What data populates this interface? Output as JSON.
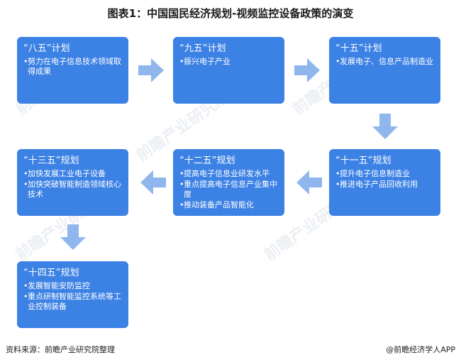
{
  "title": "图表1：中国国民经济规划-视频监控设备政策的演变",
  "stages": [
    {
      "heading": "“八五”计划",
      "items": [
        "努力在电子信息技术领域取得成果"
      ]
    },
    {
      "heading": "“九五”计划",
      "items": [
        "振兴电子产业"
      ]
    },
    {
      "heading": "“十五”计划",
      "items": [
        "发展电子、信息产品制造业"
      ]
    },
    {
      "heading": "“十一五”规划",
      "items": [
        "提升电子信息制造业",
        "推进电子产品回收利用"
      ]
    },
    {
      "heading": "“十二五”规划",
      "items": [
        "提高电子信息业研发水平",
        "重点提高电子信息产业集中度",
        "推动装备产品智能化"
      ]
    },
    {
      "heading": "“十三五”规划",
      "items": [
        "加快发展工业电子设备",
        "加快突破智能制造领域核心技术"
      ]
    },
    {
      "heading": "“十四五”规划",
      "items": [
        "发展智能安防监控",
        "重点研制智能监控系统等工业控制装备"
      ]
    }
  ],
  "watermark": "前瞻产业研究院",
  "source": "资料来源：前瞻产业研究院整理",
  "credit": "@前瞻经济学人APP",
  "colors": {
    "box": "#3c81e4",
    "arrow": "#8fb7ee"
  }
}
